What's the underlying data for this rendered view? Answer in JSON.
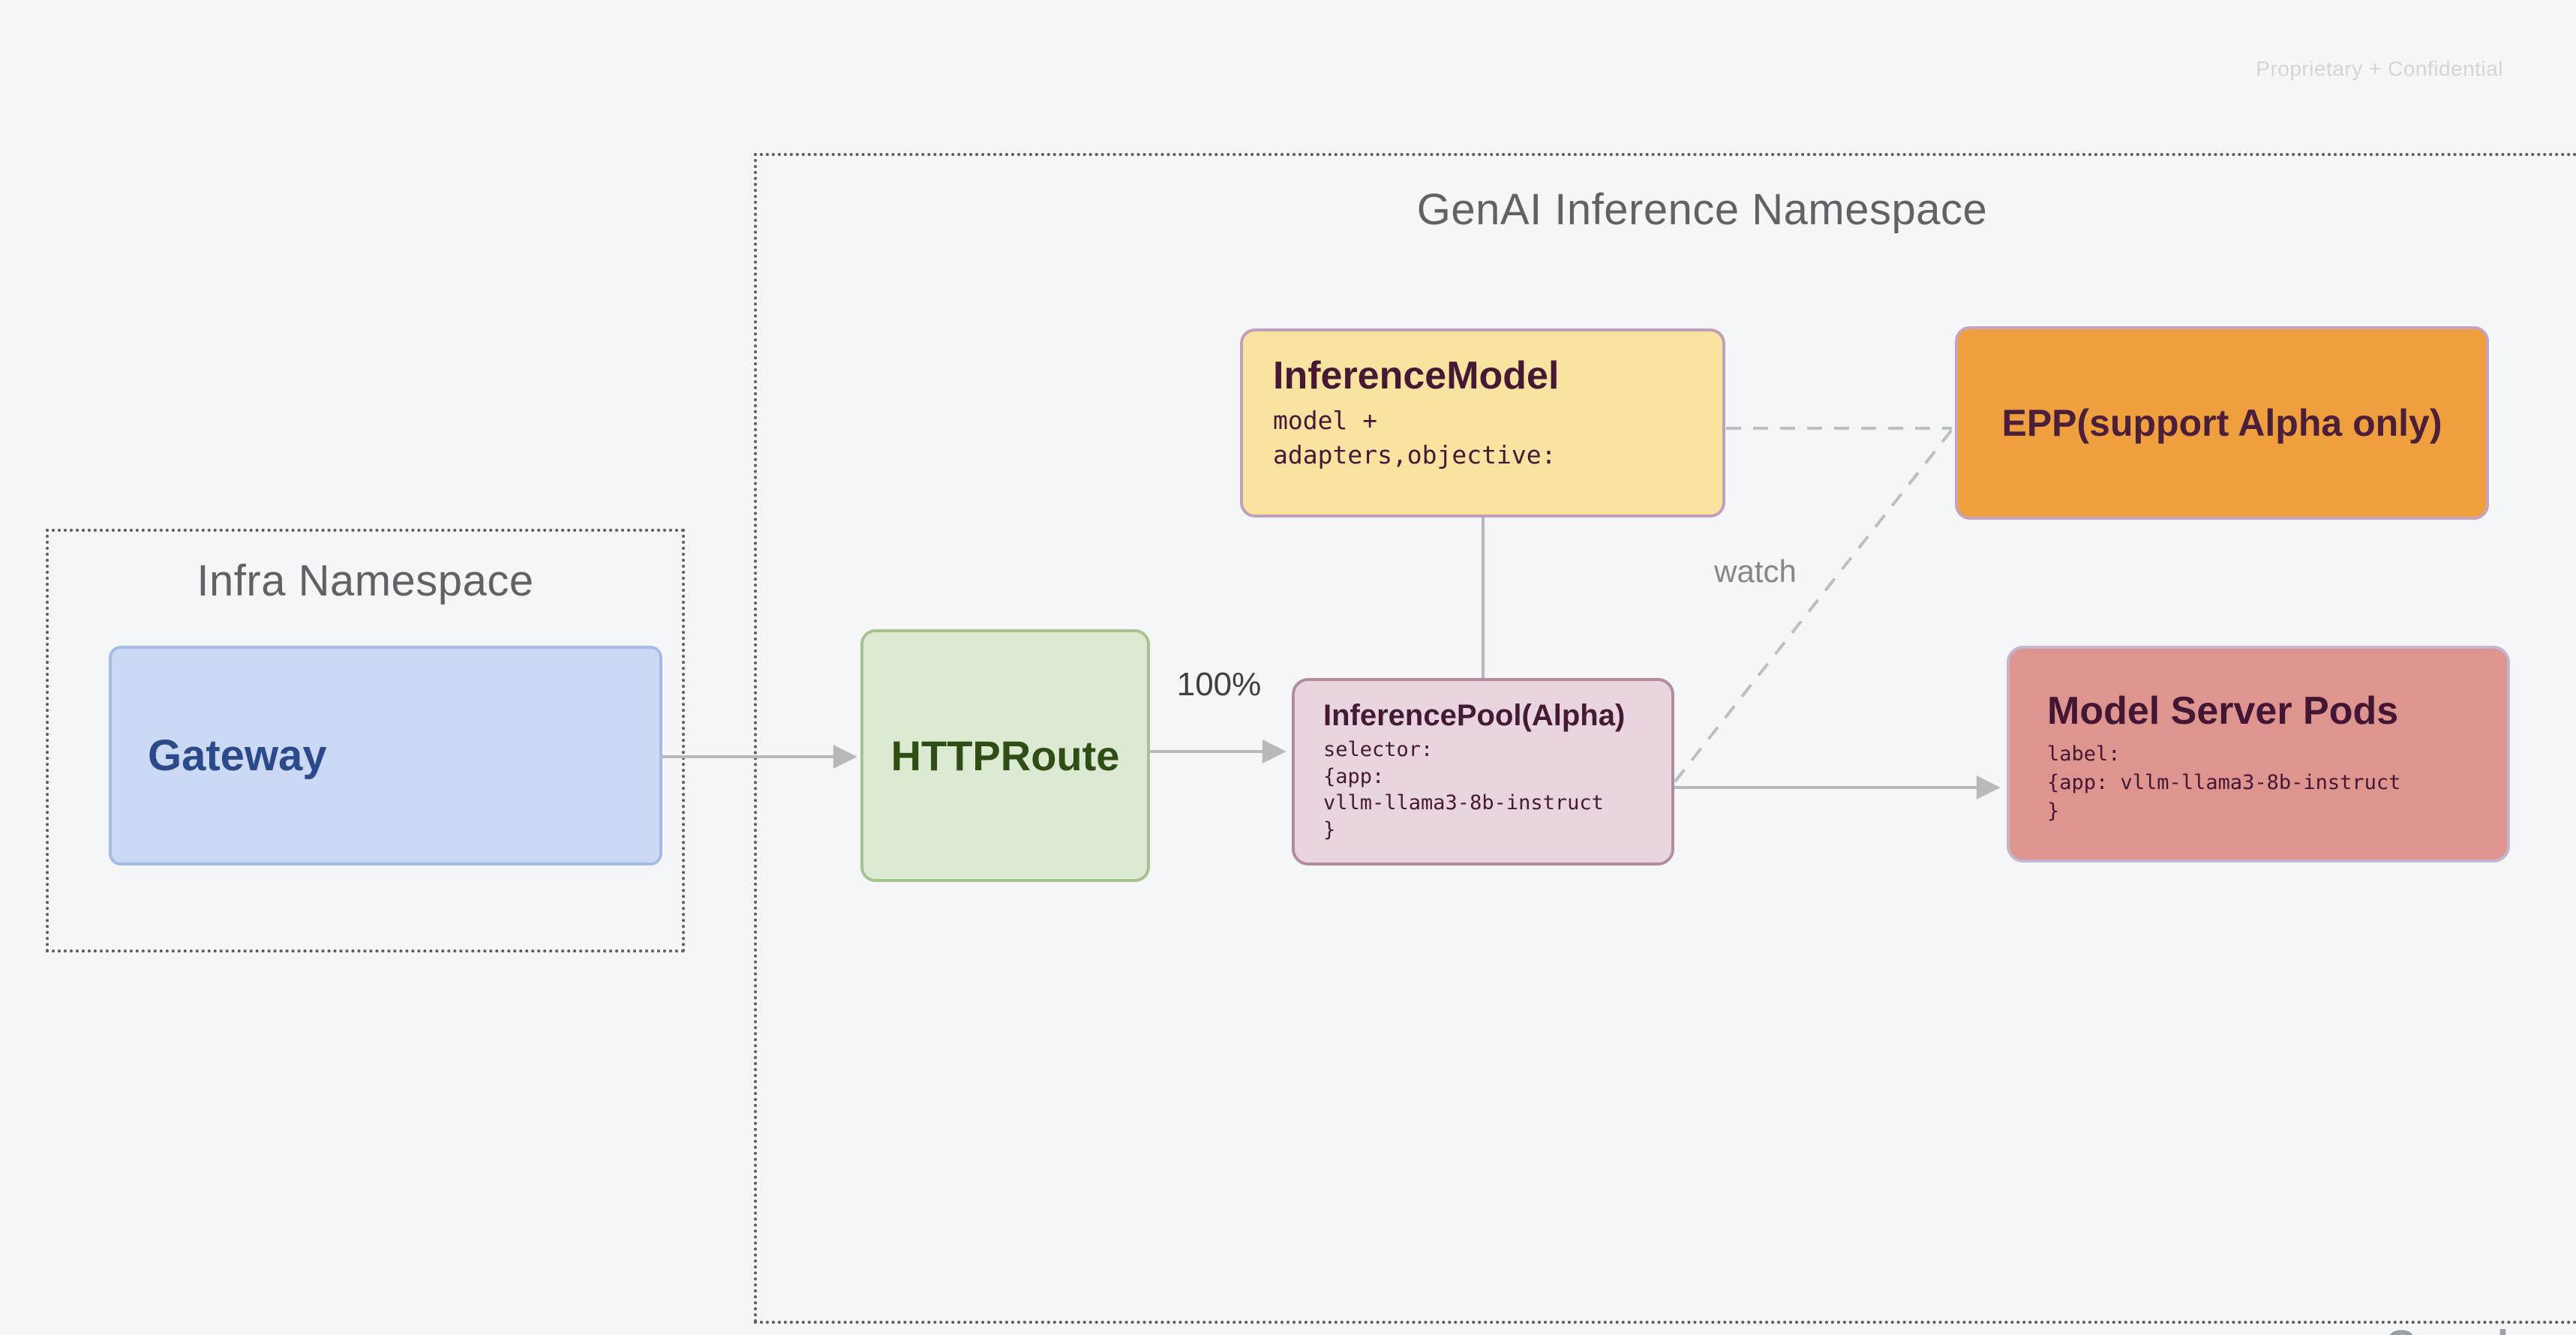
{
  "page": {
    "watermark": "Proprietary + Confidential",
    "clipped_logo": "Google",
    "background": "#f5f6f8",
    "connector_color": "#b7babd"
  },
  "namespaces": {
    "infra": {
      "title": "Infra Namespace"
    },
    "genai": {
      "title": "GenAI Inference Namespace"
    }
  },
  "nodes": {
    "gateway": {
      "title": "Gateway",
      "fill": "#ccd9f4",
      "border": "#a6bce8",
      "text_color": "#2b4a8b"
    },
    "httproute": {
      "title": "HTTPRoute",
      "fill": "#dcead3",
      "border": "#a6c38f",
      "text_color": "#2f4e15"
    },
    "inference_model": {
      "title": "InferenceModel",
      "body": "model +\nadapters,objective:",
      "fill": "#f9e3a1",
      "border": "#c29fb8",
      "text_color": "#471834"
    },
    "epp": {
      "title": "EPP(support Alpha only)",
      "fill": "#ef9f3d",
      "border": "#c4a3bd",
      "text_color": "#4b1e3a"
    },
    "inference_pool": {
      "title": "InferencePool(Alpha)",
      "body": "selector:\n{app:\nvllm-llama3-8b-instruct\n}",
      "fill": "#e9d5e0",
      "border": "#b28ba1",
      "text_color": "#451a33"
    },
    "model_server_pods": {
      "title": "Model Server Pods",
      "body": "label:\n{app: vllm-llama3-8b-instruct\n}",
      "fill": "#de9590",
      "border": "#c3b4cf",
      "text_color": "#431733"
    }
  },
  "edges": {
    "gateway_to_httproute": {
      "type": "solid-arrow",
      "label": ""
    },
    "httproute_to_pool": {
      "type": "solid-arrow",
      "label": "100%"
    },
    "pool_to_pods": {
      "type": "solid-arrow",
      "label": ""
    },
    "model_to_pool": {
      "type": "solid-line",
      "label": ""
    },
    "model_to_epp": {
      "type": "dashed-line",
      "label": ""
    },
    "pool_to_epp": {
      "type": "dashed-line",
      "label": "watch"
    }
  }
}
